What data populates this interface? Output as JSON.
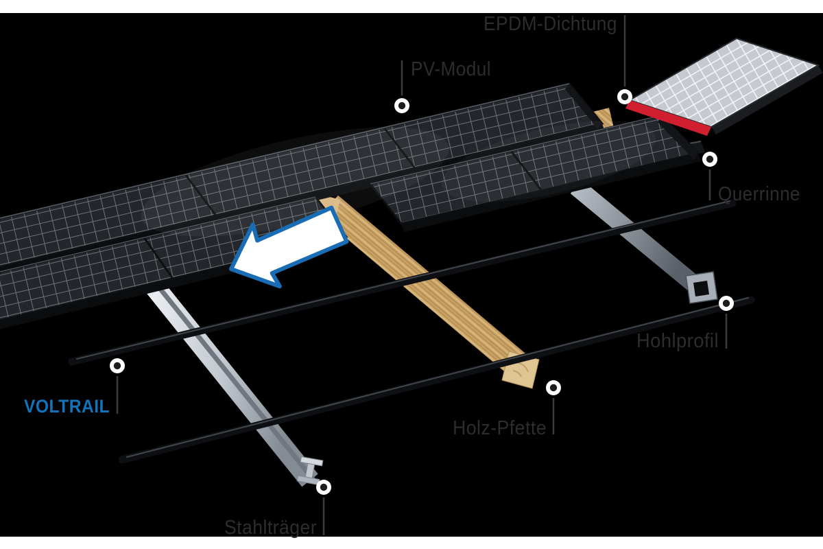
{
  "labels": {
    "pv_module": "PV-Modul",
    "epdm_seal": "EPDM-Dichtung",
    "cross_gutter": "Querrinne",
    "hollow_profile": "Hohlprofil",
    "wood_purlin": "Holz-Pfette",
    "brand_rail": "VOLTRAIL",
    "steel_beam": "Stahlträger"
  },
  "colors": {
    "background": "#000000",
    "page_margin": "#ffffff",
    "label_text": "#2d2d2d",
    "brand_blue": "#1373ba",
    "seal_red": "#d21f2f",
    "arrow_fill": "#ffffff",
    "arrow_outline": "#1a6db4",
    "panel_dark": "#23262b",
    "panel_light": "#c6cad0",
    "wood": "#c9a265",
    "steel": "#c3c9d0"
  }
}
